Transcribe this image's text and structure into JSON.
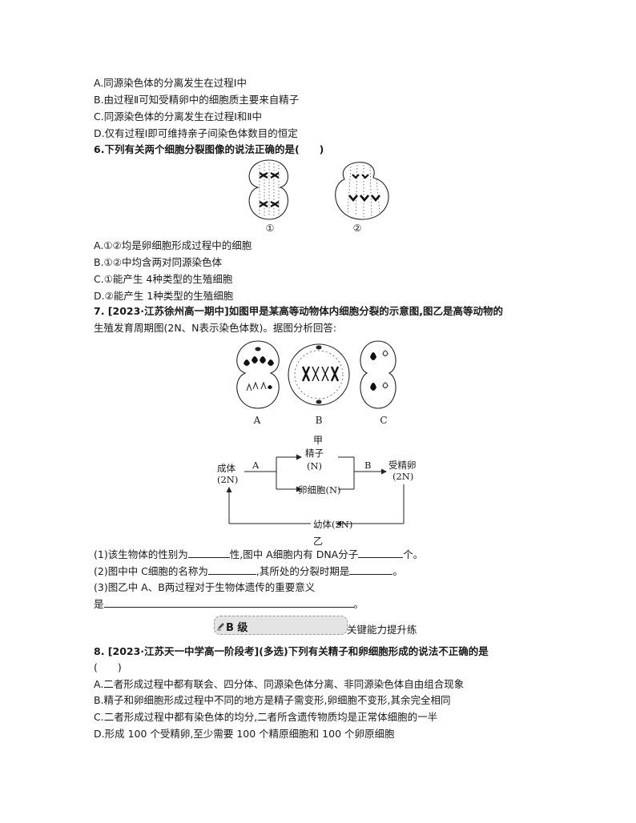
{
  "q5_options": [
    "A.同源染色体的分离发生在过程Ⅰ中",
    "B.由过程Ⅱ可知受精卵中的细胞质主要来自精子",
    "C.同源染色体的分离发生在过程Ⅰ和Ⅱ中",
    "D.仅有过程Ⅰ即可维持亲子间染色体数目的恒定"
  ],
  "q6": {
    "stem": "6.下列有关两个细胞分裂图像的说法正确的是(　　)",
    "figure_labels": [
      "①",
      "②"
    ],
    "options": [
      "A.①②均是卵细胞形成过程中的细胞",
      "B.①②中均含两对同源染色体",
      "C.①能产生 4种类型的生殖细胞",
      "D.②能产生 1种类型的生殖细胞"
    ]
  },
  "q7": {
    "stem_line1": "7. [2023·江苏徐州高一期中]如图甲是某高等动物体内细胞分裂的示意图,图乙是高等动物的",
    "stem_line2": "生殖发育周期图(2N、N表示染色体数)。据图分析回答:",
    "cell_labels": [
      "A",
      "B",
      "C"
    ],
    "figure_title_top": "甲",
    "figure_title_bottom": "乙",
    "cycle": {
      "adult": "成体",
      "adult_n": "(2N)",
      "arrow_a": "A",
      "sperm": "精子",
      "sperm_n": "(N)",
      "egg": "卵细胞(N)",
      "arrow_b": "B",
      "zygote": "受精卵",
      "zygote_n": "(2N)",
      "juvenile": "幼体(2N)"
    },
    "sub1_a": "(1)该生物体的性别为",
    "sub1_b": "性,图中 A细胞内有 DNA分子",
    "sub1_c": "个。",
    "sub2_a": "(2)图中中 C细胞的名称为",
    "sub2_b": ",其所处的分裂时期是",
    "sub2_c": "。",
    "sub3_line1": "(3)图乙中 A、B两过程对于生物体遗传的重要意义",
    "sub3_line2_a": "是",
    "sub3_line2_b": "。"
  },
  "section_banner": {
    "level": "B 级",
    "tag": "关键能力提升练",
    "icon": "pencil-icon"
  },
  "q8": {
    "stem": "8. [2023·江苏天一中学高一阶段考](多选)下列有关精子和卵细胞形成的说法不正确的是",
    "bracket": "(　　)",
    "options": [
      "A.二者形成过程中都有联会、四分体、同源染色体分离、非同源染色体自由组合现象",
      "B.精子和卵细胞形成过程中不同的地方是精子需变形,卵细胞不变形,其余完全相同",
      "C.二者形成过程中都有染色体的均分,二者所含遗传物质均是正常体细胞的一半",
      "D.形成 100 个受精卵,至少需要 100 个精原细胞和 100 个卵原细胞"
    ]
  }
}
